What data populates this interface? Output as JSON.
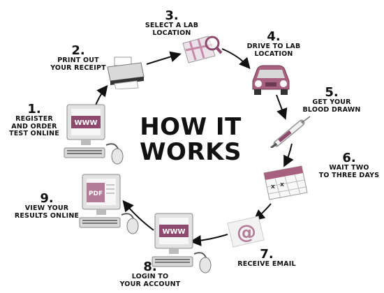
{
  "center_title": [
    "HOW IT",
    "WORKS"
  ],
  "steps": [
    {
      "num": "1.",
      "lines": [
        "REGISTER",
        "AND ORDER",
        "TEST ONLINE"
      ],
      "icon": "computer-www-icon"
    },
    {
      "num": "2.",
      "lines": [
        "PRINT OUT",
        "YOUR RECEIPT"
      ],
      "icon": "printer-icon"
    },
    {
      "num": "3.",
      "lines": [
        "SELECT A LAB",
        "LOCATION"
      ],
      "icon": "map-magnifier-icon"
    },
    {
      "num": "4.",
      "lines": [
        "DRIVE TO LAB",
        "LOCATION"
      ],
      "icon": "car-icon"
    },
    {
      "num": "5.",
      "lines": [
        "GET YOUR",
        "BLOOD DRAWN"
      ],
      "icon": "syringe-icon"
    },
    {
      "num": "6.",
      "lines": [
        "WAIT TWO",
        "TO THREE DAYS"
      ],
      "icon": "calendar-icon"
    },
    {
      "num": "7.",
      "lines": [
        "RECEIVE EMAIL"
      ],
      "icon": "email-at-icon"
    },
    {
      "num": "8.",
      "lines": [
        "LOGIN TO",
        "YOUR ACCOUNT"
      ],
      "icon": "computer-www-icon"
    },
    {
      "num": "9.",
      "lines": [
        "VIEW YOUR",
        "RESULTS ONLINE"
      ],
      "icon": "computer-pdf-icon"
    }
  ],
  "icon_texts": {
    "www": "WWW",
    "pdf": "PDF",
    "at": "@"
  },
  "colors": {
    "accent": "#8e4a6e",
    "accent_light": "#c48aa8",
    "arrow": "#111111",
    "screen_grey": "#dcdcdc"
  }
}
